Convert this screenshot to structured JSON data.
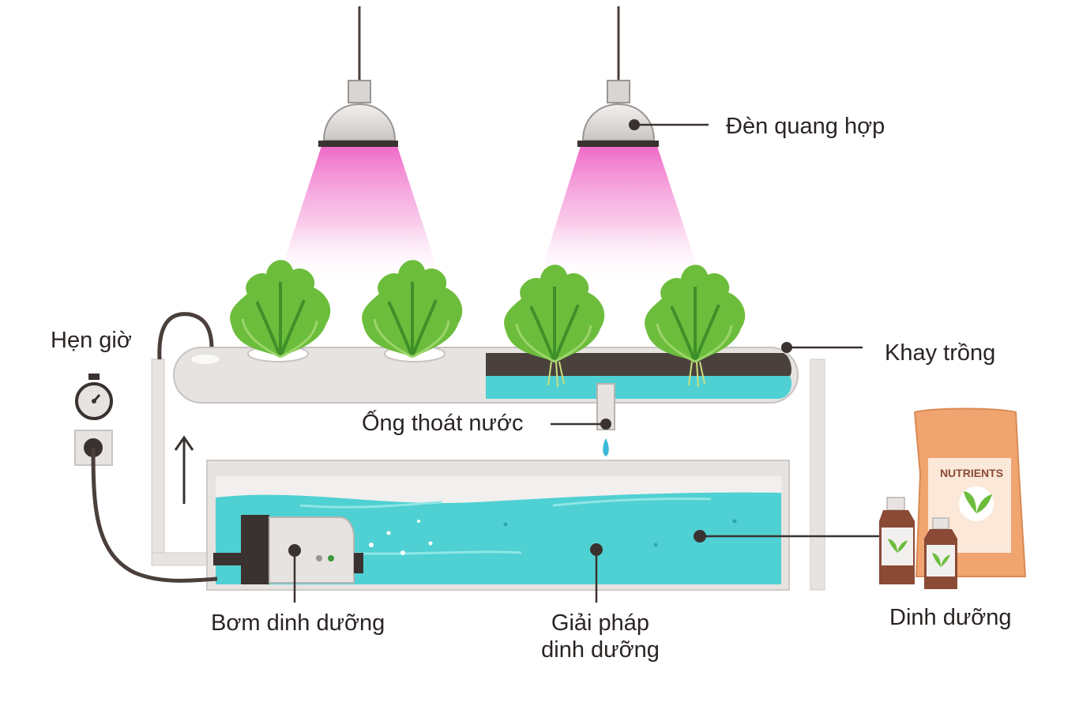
{
  "labels": {
    "grow_light": "Đèn quang hợp",
    "timer": "Hẹn giờ",
    "grow_tray": "Khay trồng",
    "drain_pipe": "Ống thoát nước",
    "nutrient_pump": "Bơm dinh dưỡng",
    "nutrient_solution_line1": "Giải pháp",
    "nutrient_solution_line2": "dinh dưỡng",
    "nutrients": "Dinh dưỡng"
  },
  "bag_text": "NUTRIENTS",
  "colors": {
    "light_beam": "#f06fc8",
    "leaf": "#6cbd3c",
    "leaf_dark": "#3f8f2a",
    "water": "#4fd0d2",
    "pipe": "#e6e3e1",
    "soil": "#4a413d",
    "bag": "#f0a570",
    "bottle": "#8a4a36",
    "line": "#3a3230"
  }
}
